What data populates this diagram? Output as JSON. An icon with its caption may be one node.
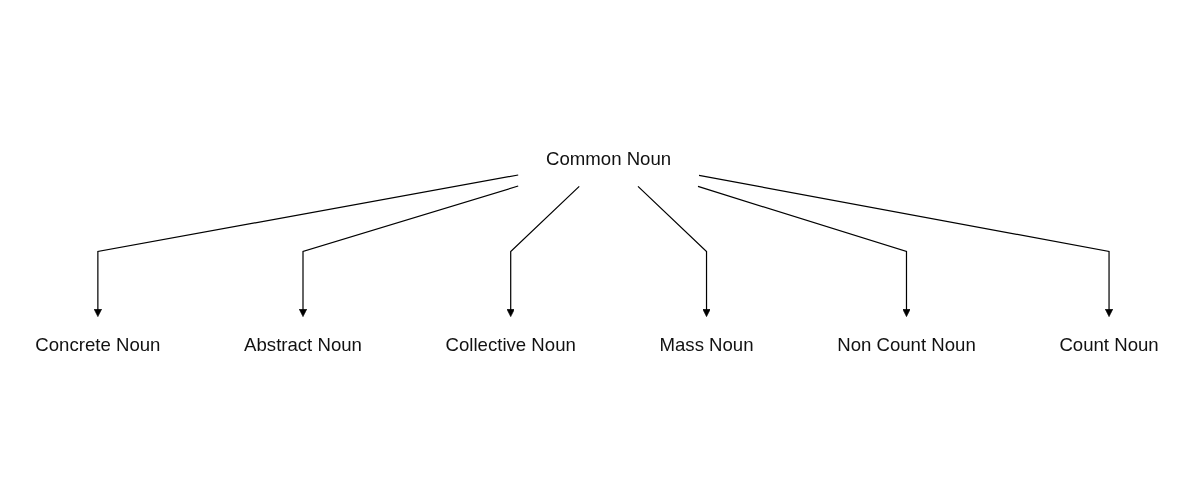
{
  "diagram": {
    "nodes": [
      {
        "text": [
          "Common Noun"
        ]
      },
      {
        "text": [
          "Concrete Noun"
        ]
      },
      {
        "text": [
          "Abstract Noun"
        ]
      },
      {
        "text": [
          "Collective Noun"
        ]
      },
      {
        "text": [
          "Mass Noun"
        ]
      },
      {
        "text": [
          "Non Count Noun"
        ]
      },
      {
        "text": [
          "Count Noun"
        ]
      }
    ],
    "edges": [
      {
        "from": 0,
        "to": 1,
        "arrow": "to"
      },
      {
        "from": 0,
        "to": 2,
        "arrow": "to"
      },
      {
        "from": 0,
        "to": 3,
        "arrow": "to"
      },
      {
        "from": 0,
        "to": 4,
        "arrow": "to"
      },
      {
        "from": 0,
        "to": 5,
        "arrow": "to"
      },
      {
        "from": 0,
        "to": 6,
        "arrow": "to"
      }
    ]
  }
}
